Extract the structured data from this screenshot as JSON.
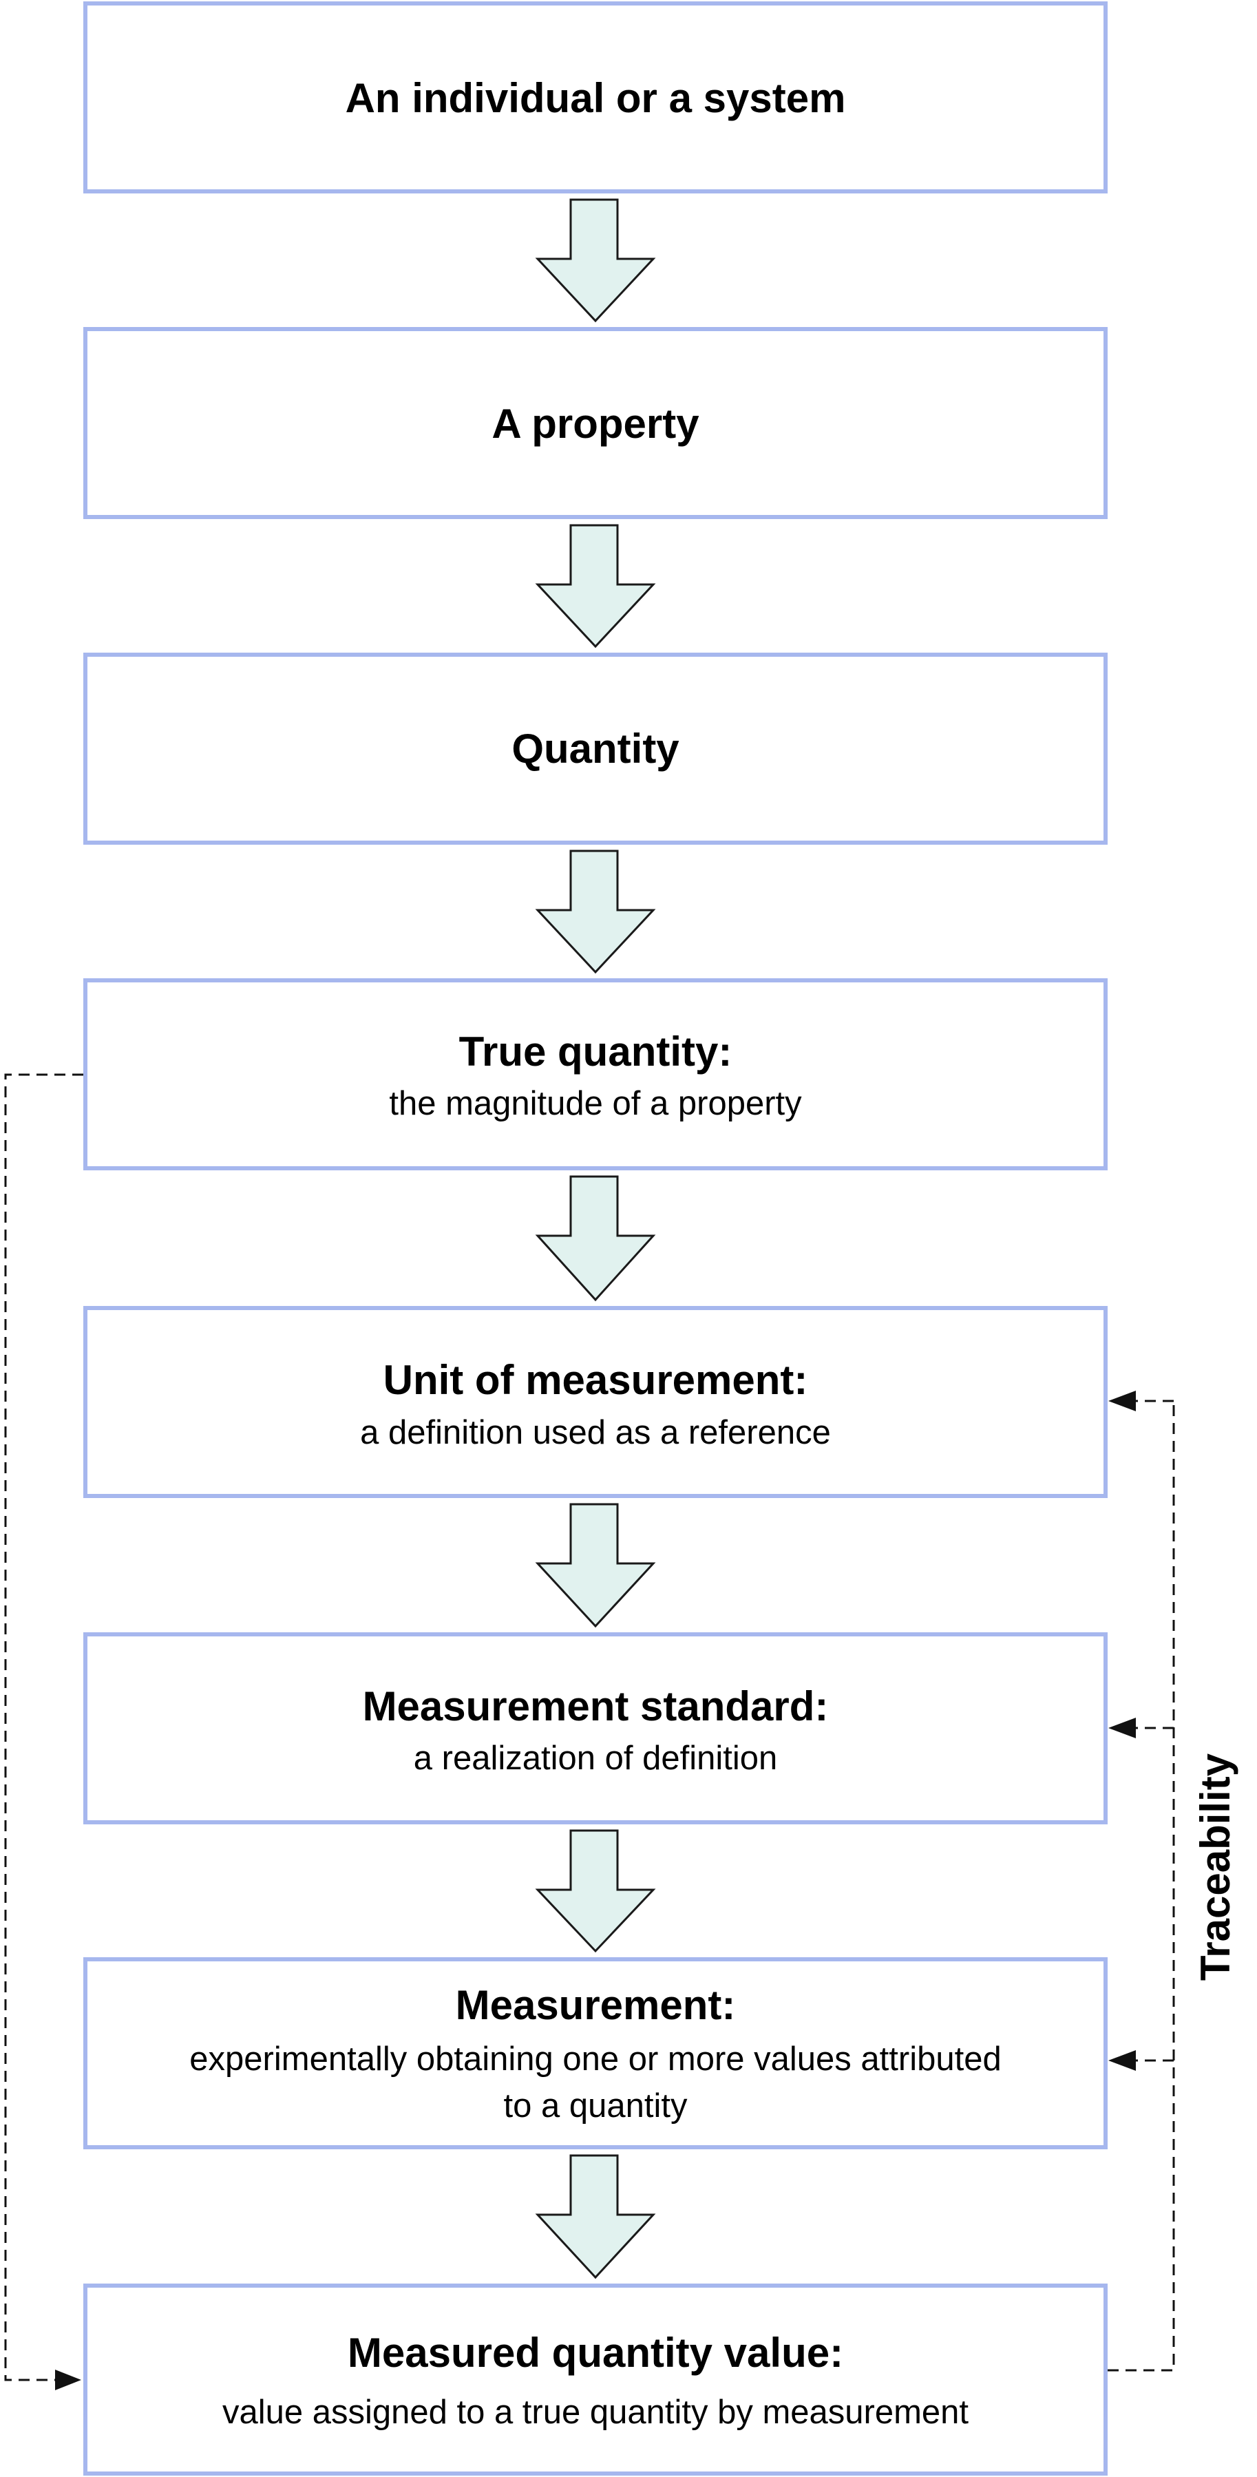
{
  "boxes": [
    {
      "title": "An individual or a system",
      "lines": []
    },
    {
      "title": "A property",
      "lines": []
    },
    {
      "title": "Quantity",
      "lines": []
    },
    {
      "title": "True quantity:",
      "lines": [
        "the magnitude of a property"
      ]
    },
    {
      "title": "Unit of measurement:",
      "lines": [
        "a definition used as a reference"
      ]
    },
    {
      "title": "Measurement standard:",
      "lines": [
        "a realization of definition"
      ]
    },
    {
      "title": "Measurement:",
      "lines": [
        "experimentally obtaining one or more values attributed",
        "to a quantity"
      ]
    },
    {
      "title": "Measured quantity value:",
      "lines": [
        "value assigned to a true quantity by measurement"
      ]
    }
  ],
  "traceability_label": "Traceability",
  "colors": {
    "box_border": "#a6b7ee",
    "arrow_fill": "#e1f2ef",
    "text": "#000000"
  }
}
